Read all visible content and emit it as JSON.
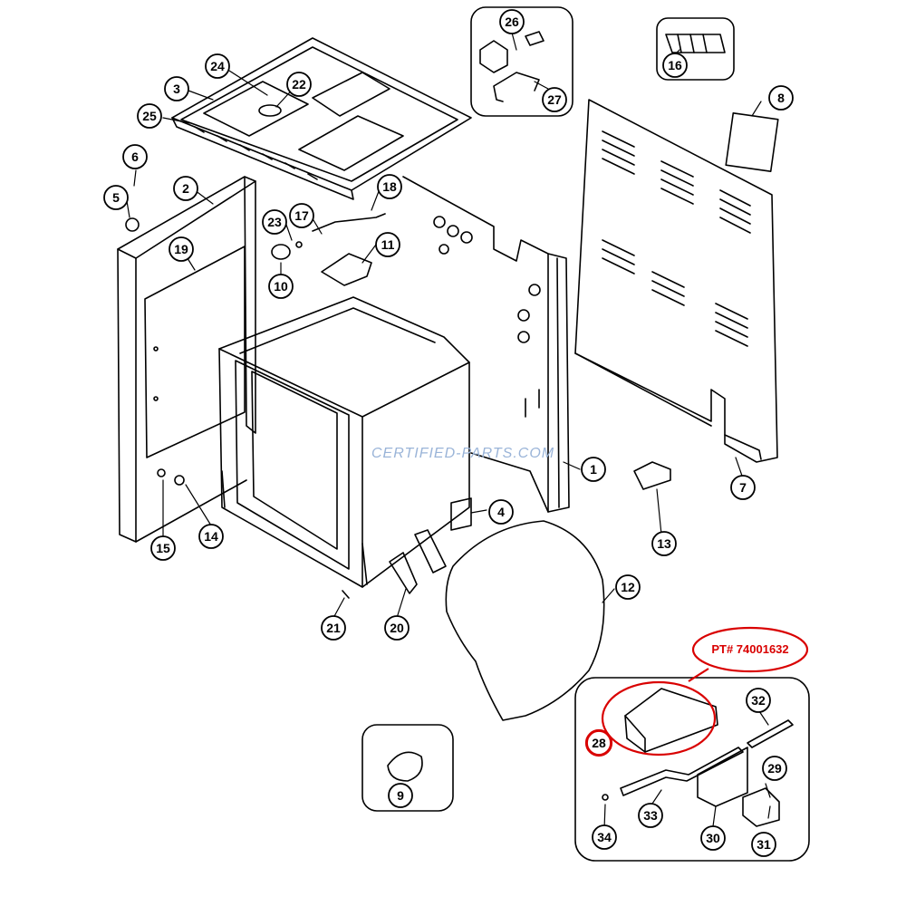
{
  "diagram": {
    "callouts": [
      {
        "id": "1",
        "text": "1"
      },
      {
        "id": "2",
        "text": "2"
      },
      {
        "id": "3",
        "text": "3"
      },
      {
        "id": "4",
        "text": "4"
      },
      {
        "id": "5",
        "text": "5"
      },
      {
        "id": "6",
        "text": "6"
      },
      {
        "id": "7",
        "text": "7"
      },
      {
        "id": "8",
        "text": "8"
      },
      {
        "id": "9",
        "text": "9"
      },
      {
        "id": "10",
        "text": "10"
      },
      {
        "id": "11",
        "text": "11"
      },
      {
        "id": "12",
        "text": "12"
      },
      {
        "id": "13",
        "text": "13"
      },
      {
        "id": "14",
        "text": "14"
      },
      {
        "id": "15",
        "text": "15"
      },
      {
        "id": "16",
        "text": "16"
      },
      {
        "id": "17",
        "text": "17"
      },
      {
        "id": "18",
        "text": "18"
      },
      {
        "id": "19",
        "text": "19"
      },
      {
        "id": "20",
        "text": "20"
      },
      {
        "id": "21",
        "text": "21"
      },
      {
        "id": "22",
        "text": "22"
      },
      {
        "id": "23",
        "text": "23"
      },
      {
        "id": "24",
        "text": "24"
      },
      {
        "id": "25",
        "text": "25"
      },
      {
        "id": "26",
        "text": "26"
      },
      {
        "id": "27",
        "text": "27"
      },
      {
        "id": "28",
        "text": "28"
      },
      {
        "id": "29",
        "text": "29"
      },
      {
        "id": "30",
        "text": "30"
      },
      {
        "id": "31",
        "text": "31"
      },
      {
        "id": "32",
        "text": "32"
      },
      {
        "id": "33",
        "text": "33"
      },
      {
        "id": "34",
        "text": "34"
      }
    ],
    "part_number_label": "PT# 74001632",
    "watermark": "CERTIFIED-PARTS.COM",
    "colors": {
      "line": "#000000",
      "highlight": "#d90000",
      "watermark": "#9ab4d8",
      "background": "#ffffff"
    }
  }
}
